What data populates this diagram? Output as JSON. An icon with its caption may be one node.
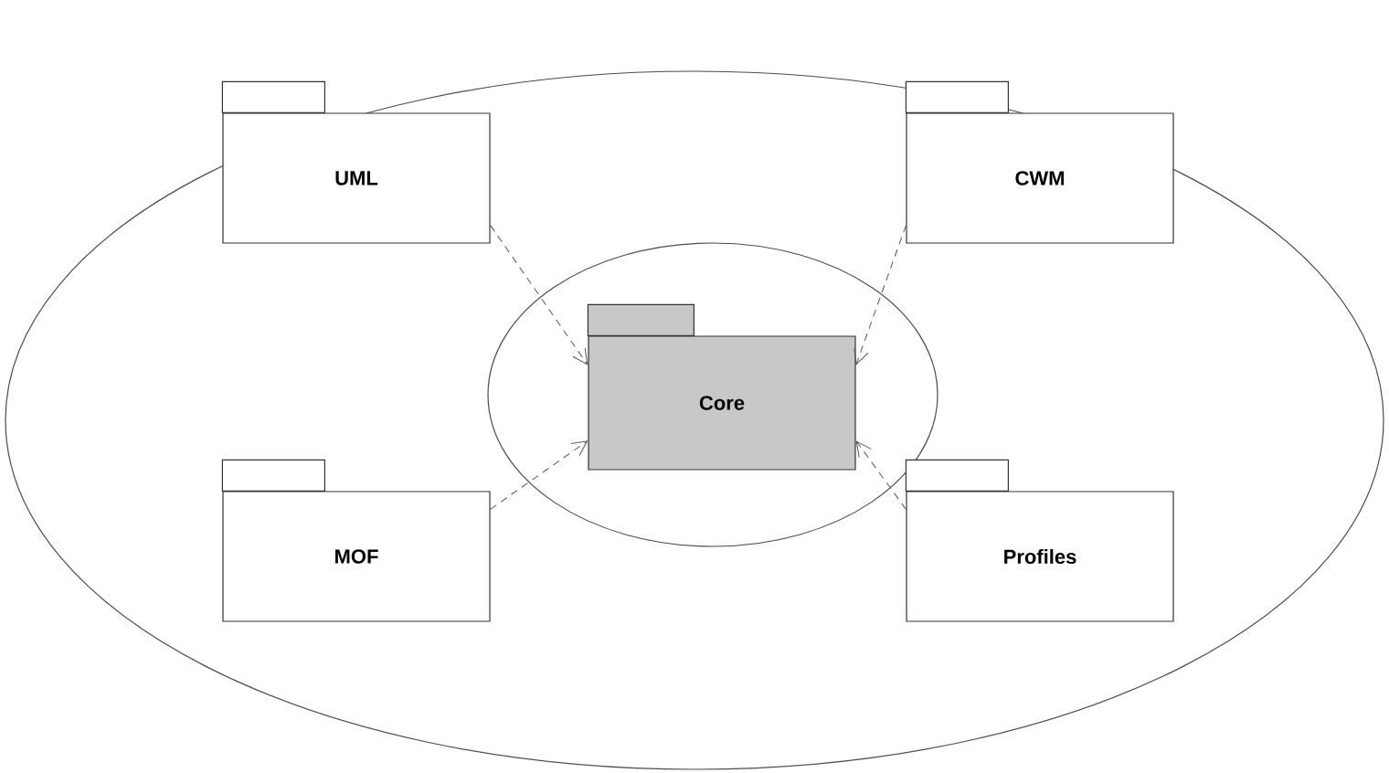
{
  "diagram": {
    "nodes": [
      {
        "text": [],
        "shape": "ellipse"
      },
      {
        "text": [],
        "shape": "ellipse",
        "in": 0
      },
      {
        "text": [
          "UML"
        ],
        "in": 0
      },
      {
        "text": [
          "CWM"
        ],
        "in": 0
      },
      {
        "text": [
          "Core"
        ],
        "in": 1
      },
      {
        "text": [
          "MOF"
        ],
        "in": 0
      },
      {
        "text": [
          "Profiles"
        ],
        "in": 0
      }
    ],
    "edges": [
      {
        "from": 2,
        "to": 4,
        "arrow": "to",
        "style": "dashed"
      },
      {
        "from": 3,
        "to": 4,
        "arrow": "to",
        "style": "dashed"
      },
      {
        "from": 5,
        "to": 4,
        "arrow": "to",
        "style": "dashed"
      },
      {
        "from": 6,
        "to": 4,
        "arrow": "to",
        "style": "dashed"
      }
    ]
  }
}
